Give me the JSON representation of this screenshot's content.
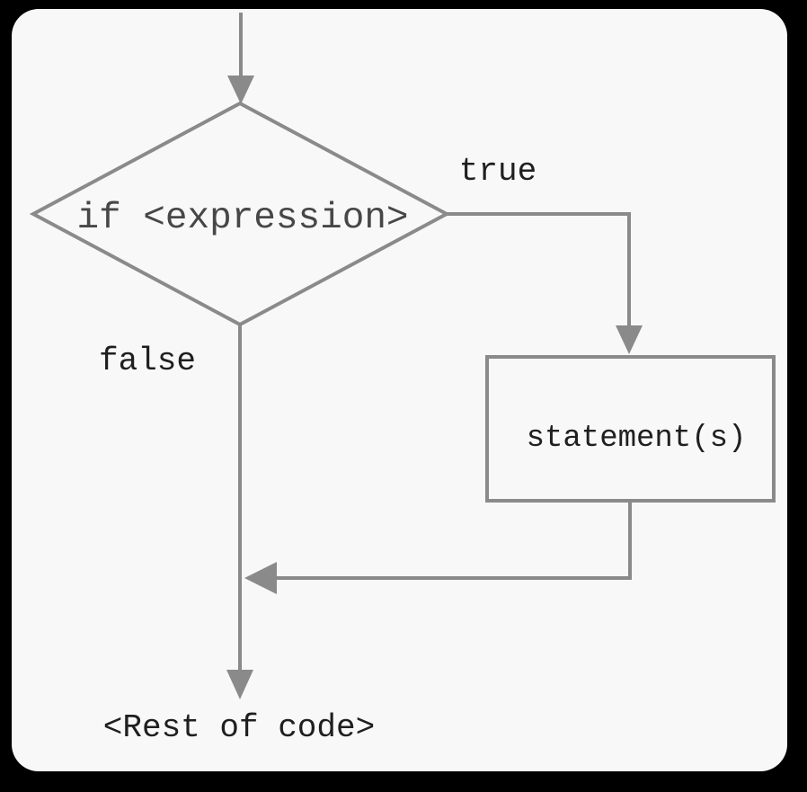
{
  "colors": {
    "page_bg": "#000000",
    "card_bg": "#f8f8f8",
    "line": "#8a8a8a",
    "text_dark": "#1f1f1f",
    "text_decision": "#474747"
  },
  "flowchart": {
    "decision_label": "if <expression>",
    "true_label": "true",
    "false_label": "false",
    "process_label": "statement(s)",
    "end_label": "<Rest of code>"
  }
}
